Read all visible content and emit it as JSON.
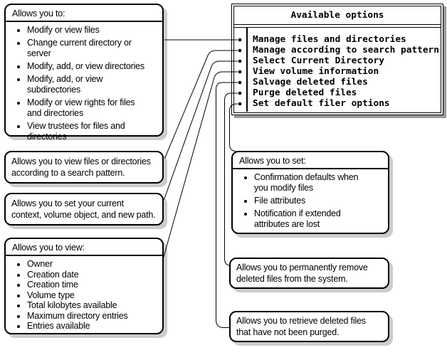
{
  "menu": {
    "title": "Available options",
    "items": [
      "Manage files and directories",
      "Manage according to search pattern",
      "Select Current Directory",
      "View volume information",
      "Salvage deleted files",
      "Purge deleted files",
      "Set default filer options"
    ]
  },
  "callouts": {
    "manage_files": {
      "title": "Allows you to:",
      "bullets": [
        "Modify or view files",
        "Change current directory or\nserver",
        "Modify, add, or view directories",
        "Modify, add, or view\nsubdirectories",
        "Modify or view rights for files\nand directories",
        "View trustees for files and\ndirectories"
      ]
    },
    "search_pattern": {
      "text": "Allows you to view files or directories\naccording to a search pattern."
    },
    "current_directory": {
      "text": "Allows you to set your current\ncontext, volume object, and new path."
    },
    "volume_information": {
      "title": "Allows you to view:",
      "bullets": [
        "Owner",
        "Creation date",
        "Creation time",
        "Volume type",
        "Total kilobytes available",
        "Maximum directory entries",
        "Entries available"
      ]
    },
    "filer_options": {
      "title": "Allows you to set:",
      "bullets": [
        "Confirmation defaults when\nyou modify files",
        "File attributes",
        "Notification if extended\nattributes are lost"
      ]
    },
    "purge": {
      "text": "Allows you to permanently remove\ndeleted files from the system."
    },
    "salvage": {
      "text": "Allows you to retrieve deleted files\nthat have not been purged."
    }
  },
  "colors": {
    "background": "#ffffff",
    "line": "#000000",
    "callout_shadow": "#cccccc",
    "menu_shadow": "#999999"
  }
}
